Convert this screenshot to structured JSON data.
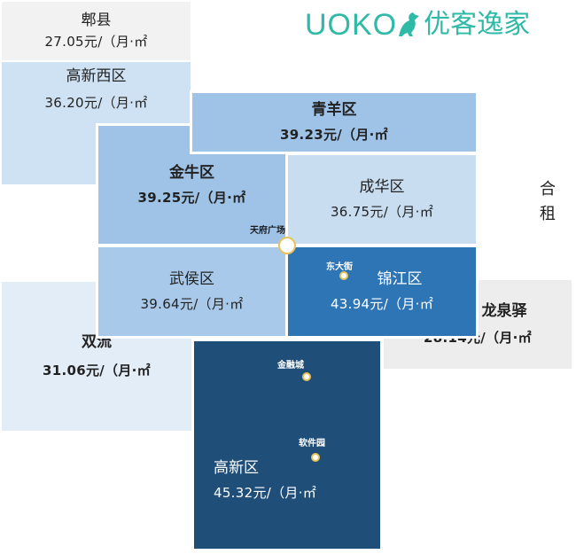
{
  "brand": {
    "logo_latin": "UOKO",
    "logo_cjk": "优客逸家",
    "logo_icon": "horse-icon"
  },
  "side_label": [
    "合",
    "租"
  ],
  "districts": {
    "pixian": {
      "name": "郫县",
      "price": "27.05元/（月·㎡",
      "color": "#f2f2f2"
    },
    "gaoxinxi": {
      "name": "高新西区",
      "price": "36.20元/（月·㎡",
      "color": "#cfe2f3"
    },
    "qingyang": {
      "name": "青羊区",
      "price": "39.23元/（月·㎡",
      "color": "#9fc3e7"
    },
    "jinniu": {
      "name": "金牛区",
      "price": "39.25元/（月·㎡",
      "color": "#9fc3e7"
    },
    "chenghua": {
      "name": "成华区",
      "price": "36.75元/（月·㎡",
      "color": "#c9ddf1"
    },
    "wuhou": {
      "name": "武侯区",
      "price": "39.64元/（月·㎡",
      "color": "#a9c9ea"
    },
    "jinjiang": {
      "name": "锦江区",
      "price": "43.94元/（月·㎡",
      "color": "#2e75b6"
    },
    "longquanyi": {
      "name": "龙泉驿",
      "price": "28.14元/（月·㎡",
      "color": "#ededed"
    },
    "shuangliu": {
      "name": "双流",
      "price": "31.06元/（月·㎡",
      "color": "#e3edf8"
    },
    "gaoxin": {
      "name": "高新区",
      "price": "45.32元/（月·㎡",
      "color": "#1f4e79"
    }
  },
  "landmarks": {
    "tianfu_square": "天府广场",
    "dongdajie": "东大街",
    "jinrongcheng": "金融城",
    "ruanjianyuan": "软件园"
  }
}
